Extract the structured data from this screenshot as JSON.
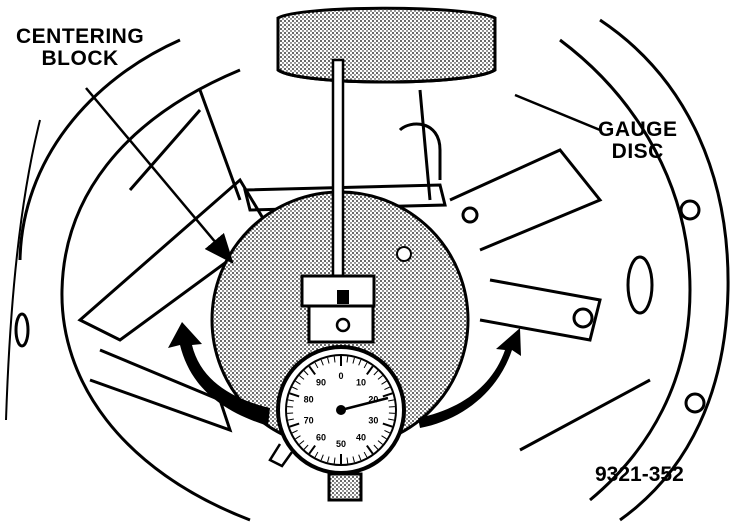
{
  "labels": {
    "centering_block": [
      "CENTERING",
      "BLOCK"
    ],
    "gauge_disc": [
      "GAUGE",
      "DISC"
    ],
    "figure_number": "9321-352"
  },
  "dial": {
    "scale_numbers": [
      "0",
      "10",
      "20",
      "30",
      "40",
      "50",
      "60",
      "70",
      "80",
      "90"
    ]
  },
  "colors": {
    "ink": "#000000",
    "paper": "#ffffff",
    "stipple": "#9a9a9a"
  }
}
